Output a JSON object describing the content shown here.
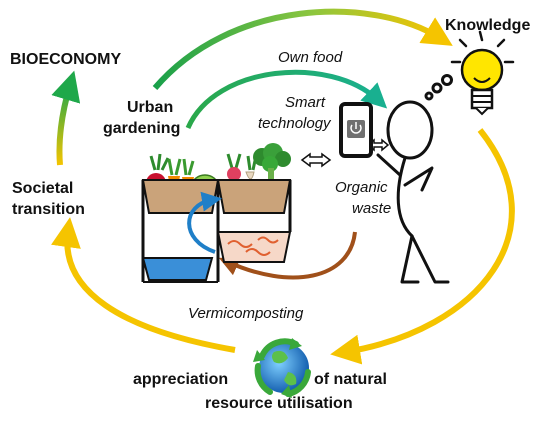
{
  "labels": {
    "bioeconomy": "BIOECONOMY",
    "knowledge": "Knowledge",
    "own_food": "Own food",
    "urban_line1": "Urban",
    "urban_line2": "gardening",
    "smart_line1": "Smart",
    "smart_line2": "technology",
    "societal_line1": "Societal",
    "societal_line2": "transition",
    "organic_line1": "Organic",
    "organic_line2": "waste",
    "vermicomposting": "Vermicomposting",
    "appreciation": "appreciation",
    "of_natural": "of natural",
    "resource": "resource utilisation"
  },
  "colors": {
    "green": "#1fa84a",
    "yellow": "#f5c400",
    "orange_brown": "#a0501a",
    "blue": "#1f7fc8",
    "bulb": "#ffe600"
  },
  "icons": [
    "recycle-icon",
    "lightbulb-icon",
    "smartphone-power-icon",
    "double-arrow-icon",
    "person-figure-icon",
    "vermicompost-planter-icon"
  ]
}
